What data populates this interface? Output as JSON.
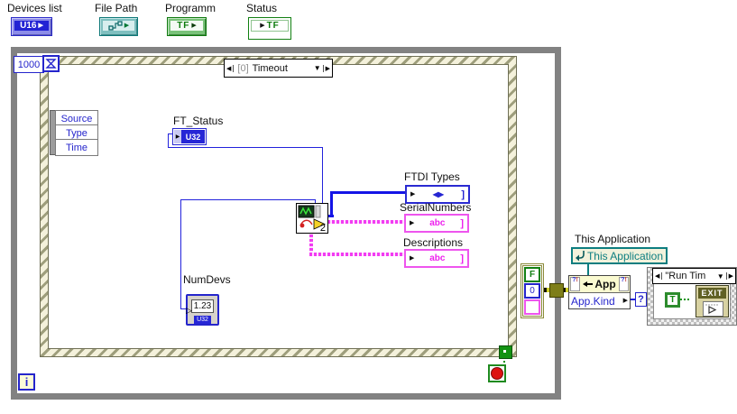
{
  "icons": {
    "tick": "▶",
    "tick_open": "▷",
    "left_arrow": "◀",
    "right_arrow": "▶",
    "down_arrow": "▼",
    "enum_glyph": "◀▶",
    "bracket_close": "]",
    "question": "?",
    "exclaim": "!"
  },
  "front_panel_terminals": [
    {
      "label": "Devices list",
      "glyph": "U16"
    },
    {
      "label": "File Path",
      "glyph": ""
    },
    {
      "label": "Programm",
      "glyph": "TF"
    },
    {
      "label": "Status",
      "glyph": "TF"
    }
  ],
  "while_loop": {
    "iteration_label": "i"
  },
  "event_structure": {
    "timeout_constant": "1000",
    "selector_index": "[0]",
    "selector_name": "Timeout",
    "event_data_fields": [
      "Source",
      "Type",
      "Time"
    ]
  },
  "nodes": {
    "ft_status": {
      "label": "FT_Status",
      "glyph": "U32"
    },
    "numdevs": {
      "label": "NumDevs",
      "display": "1.23",
      "subglyph": "U32"
    },
    "ftdi_types": {
      "label": "FTDI Types"
    },
    "serial_numbers": {
      "label": "SerialNumbers",
      "glyph": "abc"
    },
    "descriptions": {
      "label": "Descriptions",
      "glyph": "abc"
    },
    "subvi_instance": "2"
  },
  "error_cluster": {
    "status": "F",
    "code": "0"
  },
  "app_reference": {
    "label": "This Application",
    "value": "This Application"
  },
  "property_node": {
    "class_name": "App",
    "property": "App.Kind"
  },
  "case_structure": {
    "selector": "\"Run Tim",
    "selector_terminal": "?",
    "true_constant": "T",
    "exit_text": "EXIT"
  }
}
